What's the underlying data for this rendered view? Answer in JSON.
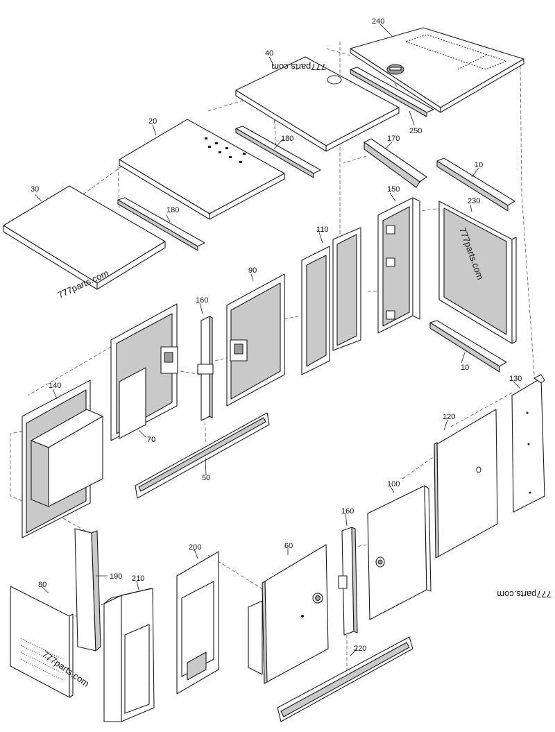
{
  "watermark": "777parts.com",
  "callouts": [
    "10",
    "10",
    "20",
    "30",
    "40",
    "50",
    "60",
    "70",
    "80",
    "90",
    "100",
    "110",
    "120",
    "130",
    "140",
    "150",
    "160",
    "160",
    "170",
    "180",
    "180",
    "190",
    "200",
    "210",
    "220",
    "230",
    "240",
    "250"
  ]
}
